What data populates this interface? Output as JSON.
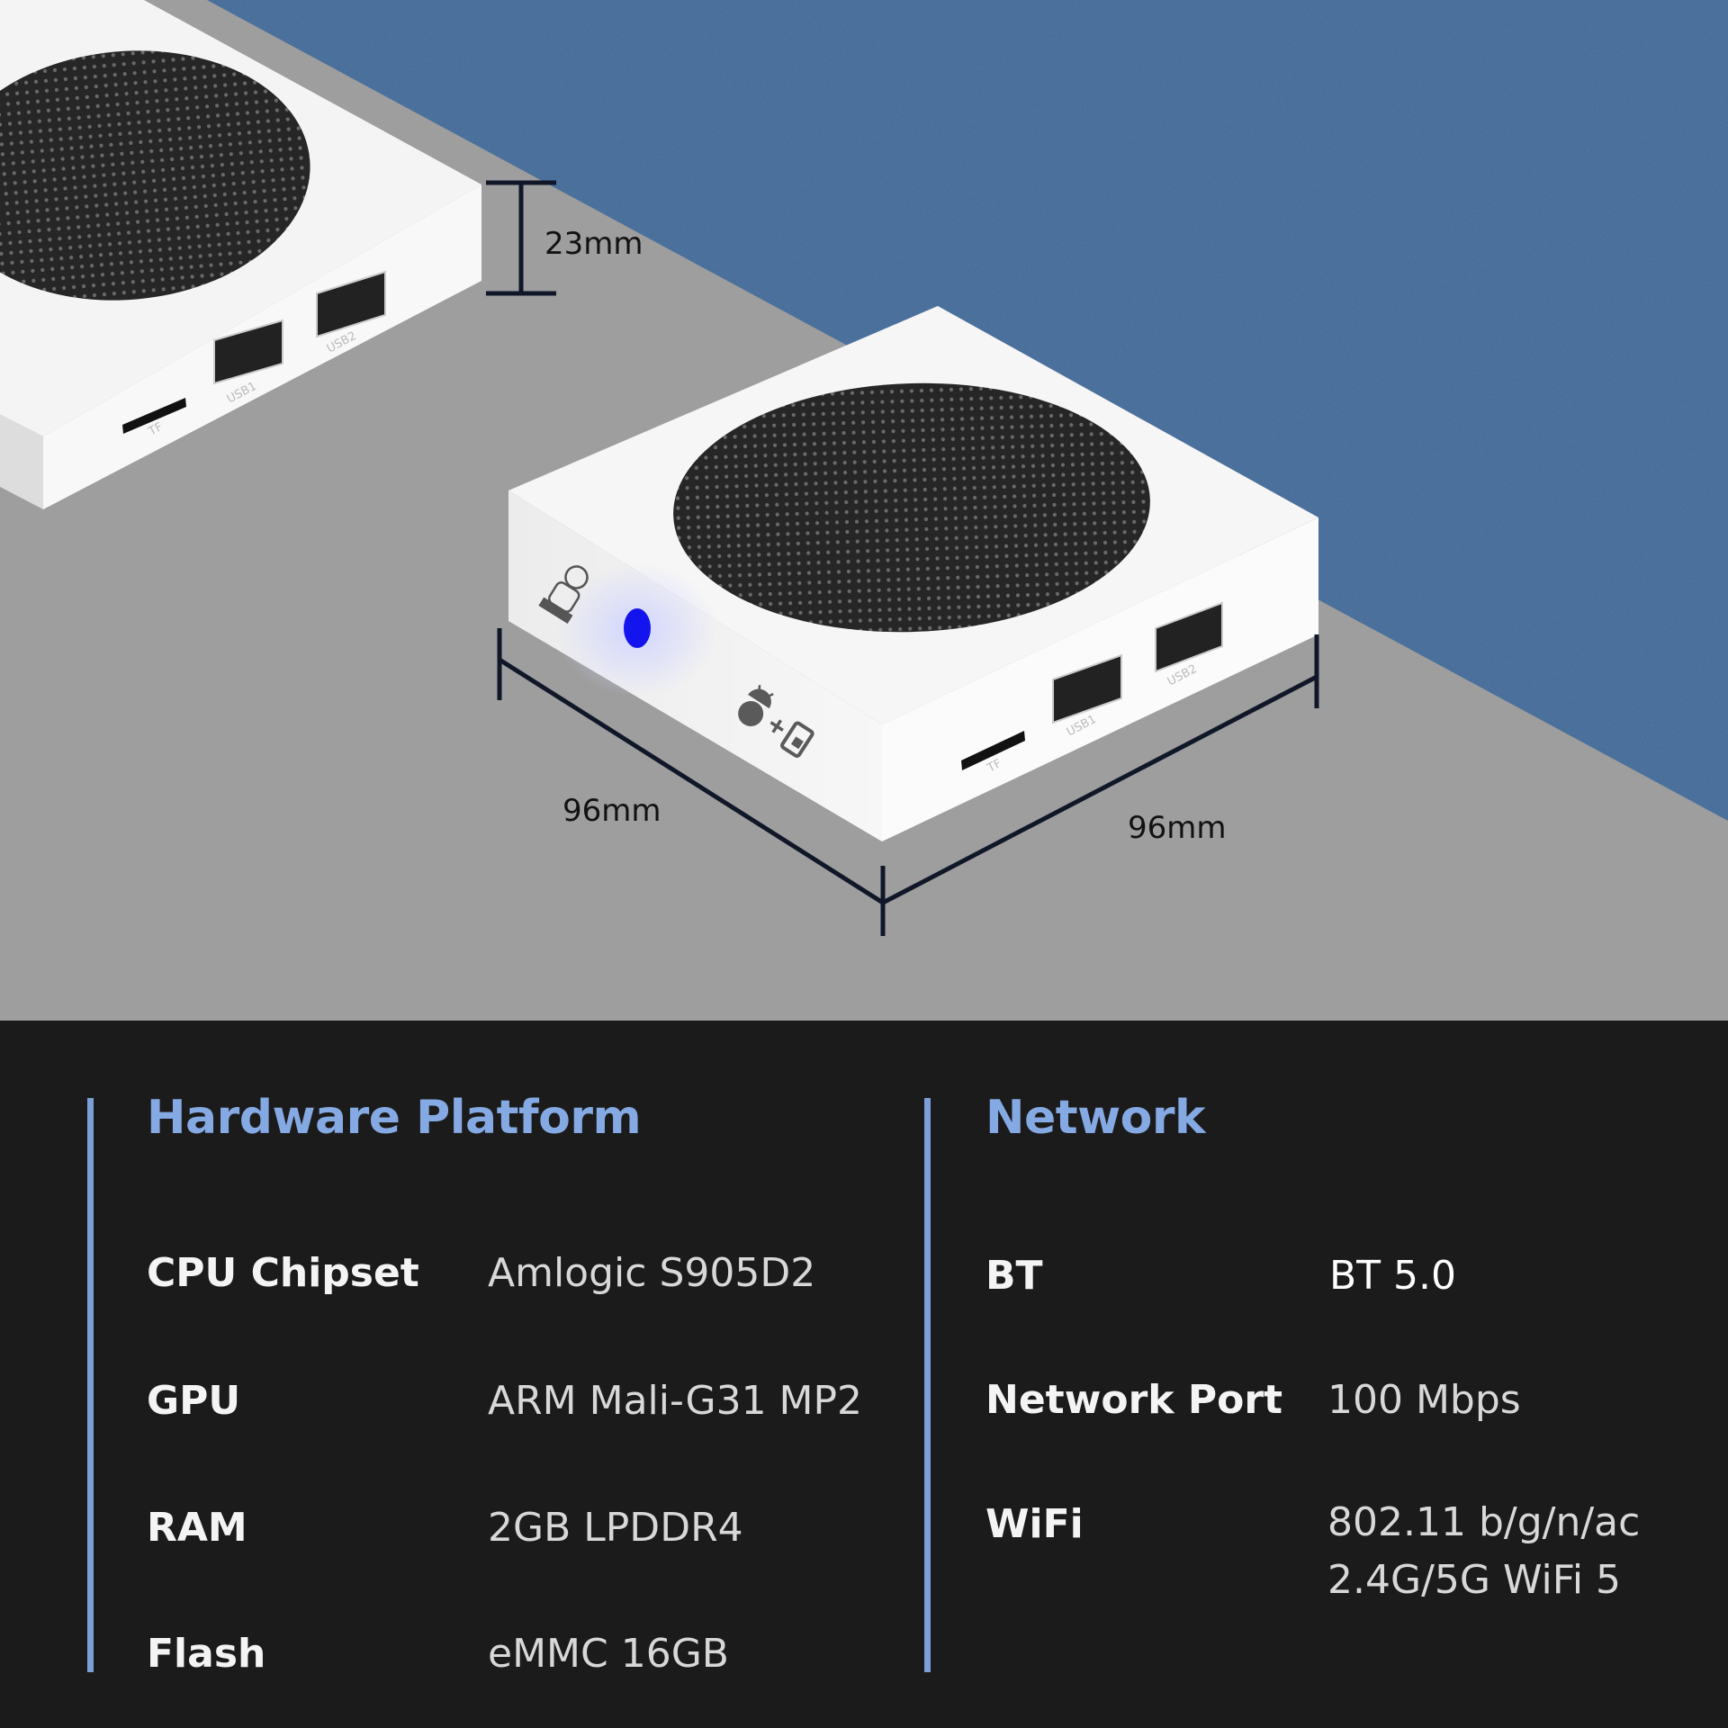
{
  "scene": {
    "dimension_height": "23mm",
    "dimension_left_depth": "96mm",
    "dimension_right_width": "96mm",
    "port_labels": {
      "tf": "TF",
      "usb1": "USB1",
      "usb2": "USB2"
    },
    "colors": {
      "background_blue": "#3f6593",
      "floor_gray": "#9e9e9e",
      "device_white": "#f6f6f6",
      "grille_black": "#262626",
      "led_blue": "#1414ee"
    }
  },
  "hardware": {
    "title": "Hardware Platform",
    "rows": [
      {
        "label": "CPU Chipset",
        "value": "Amlogic S905D2"
      },
      {
        "label": "GPU",
        "value": "ARM Mali-G31 MP2"
      },
      {
        "label": "RAM",
        "value": "2GB LPDDR4"
      },
      {
        "label": "Flash",
        "value": "eMMC 16GB"
      }
    ]
  },
  "network": {
    "title": "Network",
    "rows": [
      {
        "label": "BT",
        "value": "BT 5.0"
      },
      {
        "label": "Network Port",
        "value": "100 Mbps"
      },
      {
        "label": "WiFi",
        "value_lines": [
          "802.11 b/g/n/ac",
          "2.4G/5G WiFi 5"
        ]
      }
    ]
  },
  "colors": {
    "accent": "#85a9e3",
    "panel_bg": "#1b1b1b"
  }
}
